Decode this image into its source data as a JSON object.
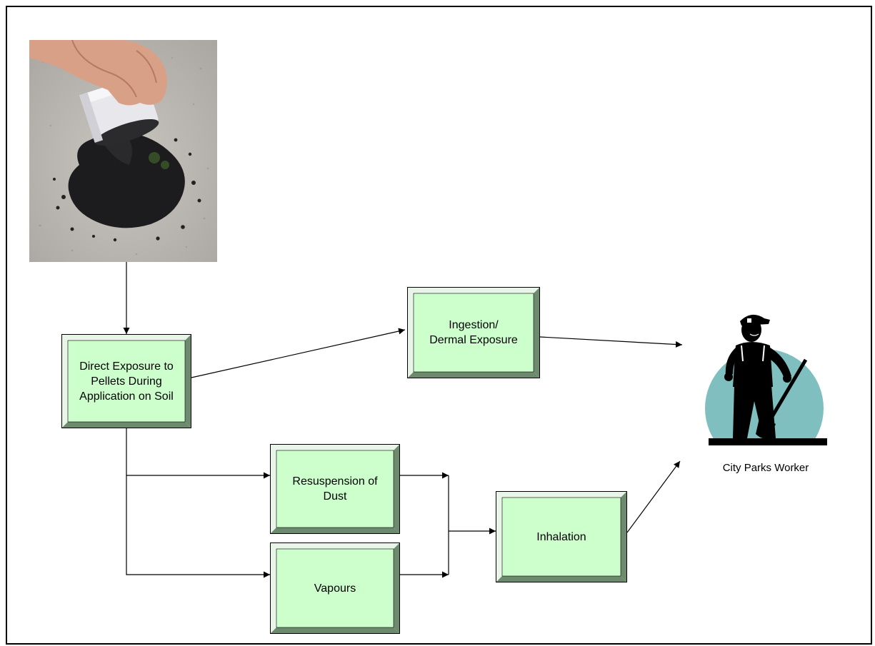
{
  "boxes": {
    "direct_exposure": "Direct Exposure to\nPellets During\nApplication on Soil",
    "ingestion": "Ingestion/\nDermal Exposure",
    "resuspension": "Resuspension of\nDust",
    "vapours": "Vapours",
    "inhalation": "Inhalation"
  },
  "worker_label": "City Parks Worker",
  "colors": {
    "box_fill": "#ccffcc",
    "bevel_light": "#e8f5e8",
    "bevel_dark": "#6e8a6e",
    "circle": "#7fbfbf",
    "pellet": "#1c1c1e"
  },
  "icons": {
    "photo": "pellets-pouring-photo",
    "worker": "worker-with-shovel-icon"
  }
}
